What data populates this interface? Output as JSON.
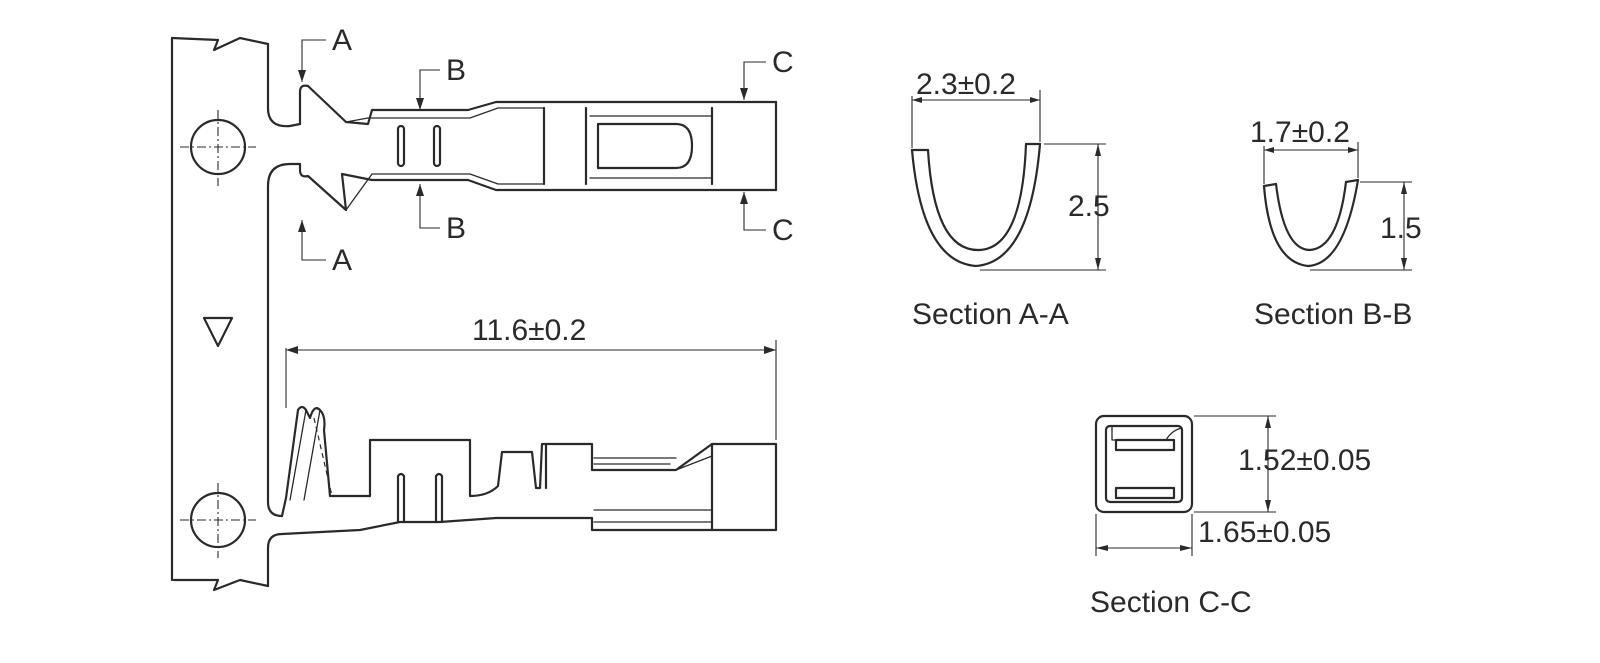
{
  "cut_markers": {
    "a_top": "A",
    "a_bottom": "A",
    "b_top": "B",
    "b_bottom": "B",
    "c_top": "C",
    "c_bottom": "C"
  },
  "dimensions": {
    "overall_length": "11.6±0.2",
    "section_a_width": "2.3±0.2",
    "section_a_height": "2.5",
    "section_b_width": "1.7±0.2",
    "section_b_height": "1.5",
    "section_c_height": "1.52±0.05",
    "section_c_width": "1.65±0.05"
  },
  "section_titles": {
    "a": "Section A-A",
    "b": "Section B-B",
    "c": "Section C-C"
  }
}
